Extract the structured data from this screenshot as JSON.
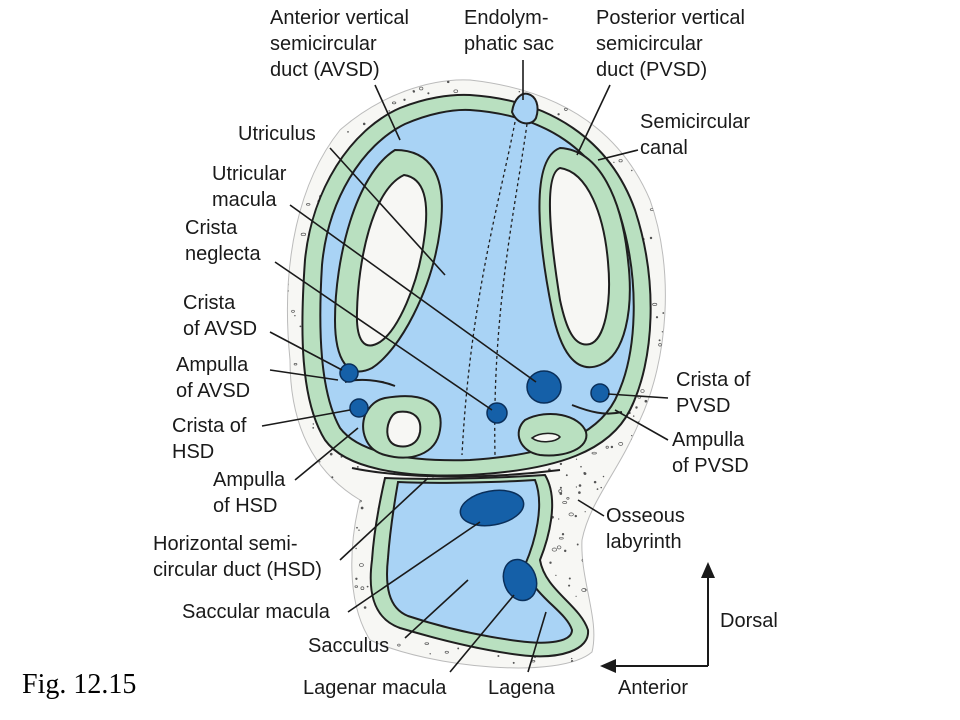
{
  "figure_number": "Fig. 12.15",
  "colors": {
    "endolymph": "#a9d3f5",
    "membrane": "#b9e0c0",
    "outline": "#1f1f1f",
    "sensory_patch": "#1560a8",
    "bone_dots": "#555555"
  },
  "labels": {
    "avsd": [
      "Anterior vertical",
      "semicircular",
      "duct (AVSD)"
    ],
    "endolymphatic_sac": [
      "Endolym-",
      "phatic sac"
    ],
    "pvsd": [
      "Posterior vertical",
      "semicircular",
      "duct (PVSD)"
    ],
    "utriculus": [
      "Utriculus"
    ],
    "semicircular_canal": [
      "Semicircular",
      "canal"
    ],
    "utricular_macula": [
      "Utricular",
      "macula"
    ],
    "crista_neglecta": [
      "Crista",
      "neglecta"
    ],
    "crista_avsd": [
      "Crista",
      "of AVSD"
    ],
    "ampulla_avsd": [
      "Ampulla",
      "of AVSD"
    ],
    "crista_hsd": [
      "Crista of",
      "HSD"
    ],
    "ampulla_hsd": [
      "Ampulla",
      "of HSD"
    ],
    "hsd": [
      "Horizontal semi-",
      "circular duct (HSD)"
    ],
    "saccular_macula": [
      "Saccular macula"
    ],
    "sacculus": [
      "Sacculus"
    ],
    "lagenar_macula": [
      "Lagenar macula"
    ],
    "lagena": [
      "Lagena"
    ],
    "crista_pvsd": [
      "Crista of",
      "PVSD"
    ],
    "ampulla_pvsd": [
      "Ampulla",
      "of PVSD"
    ],
    "osseous_labyrinth": [
      "Osseous",
      "labyrinth"
    ]
  },
  "orientation": {
    "dorsal": "Dorsal",
    "anterior": "Anterior"
  }
}
